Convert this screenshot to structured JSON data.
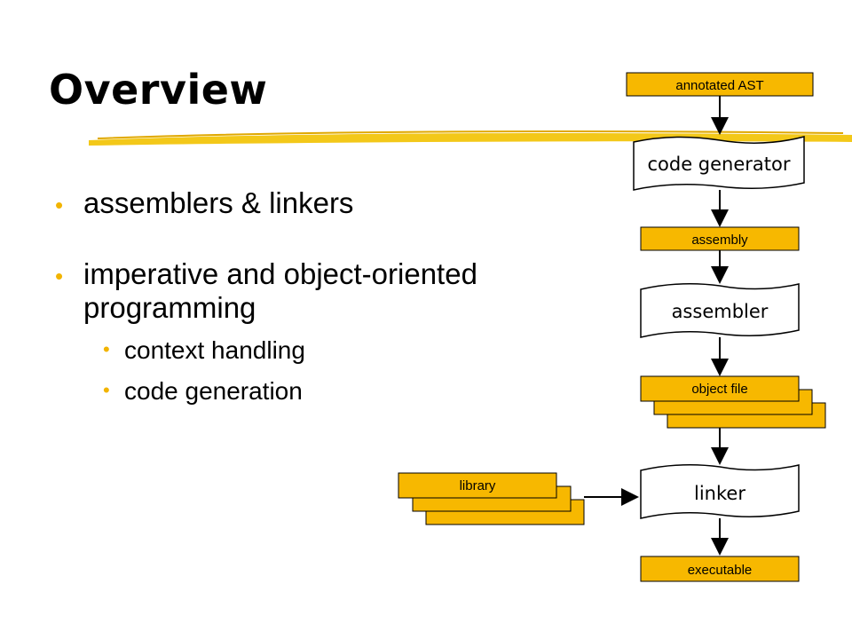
{
  "title": "Overview",
  "bullets": [
    {
      "text": "assemblers & linkers"
    },
    {
      "text": "imperative and object-oriented programming",
      "sub": [
        "context handling",
        "code generation"
      ]
    }
  ],
  "diagram": {
    "input_label": "annotated AST",
    "code_generator": "code generator",
    "assembly": "assembly",
    "assembler": "assembler",
    "object_file": "object file",
    "library": "library",
    "linker": "linker",
    "executable": "executable"
  },
  "colors": {
    "box_fill": "#f7b800",
    "accent_bullet": "#f2b400",
    "stroke": "#000000"
  }
}
